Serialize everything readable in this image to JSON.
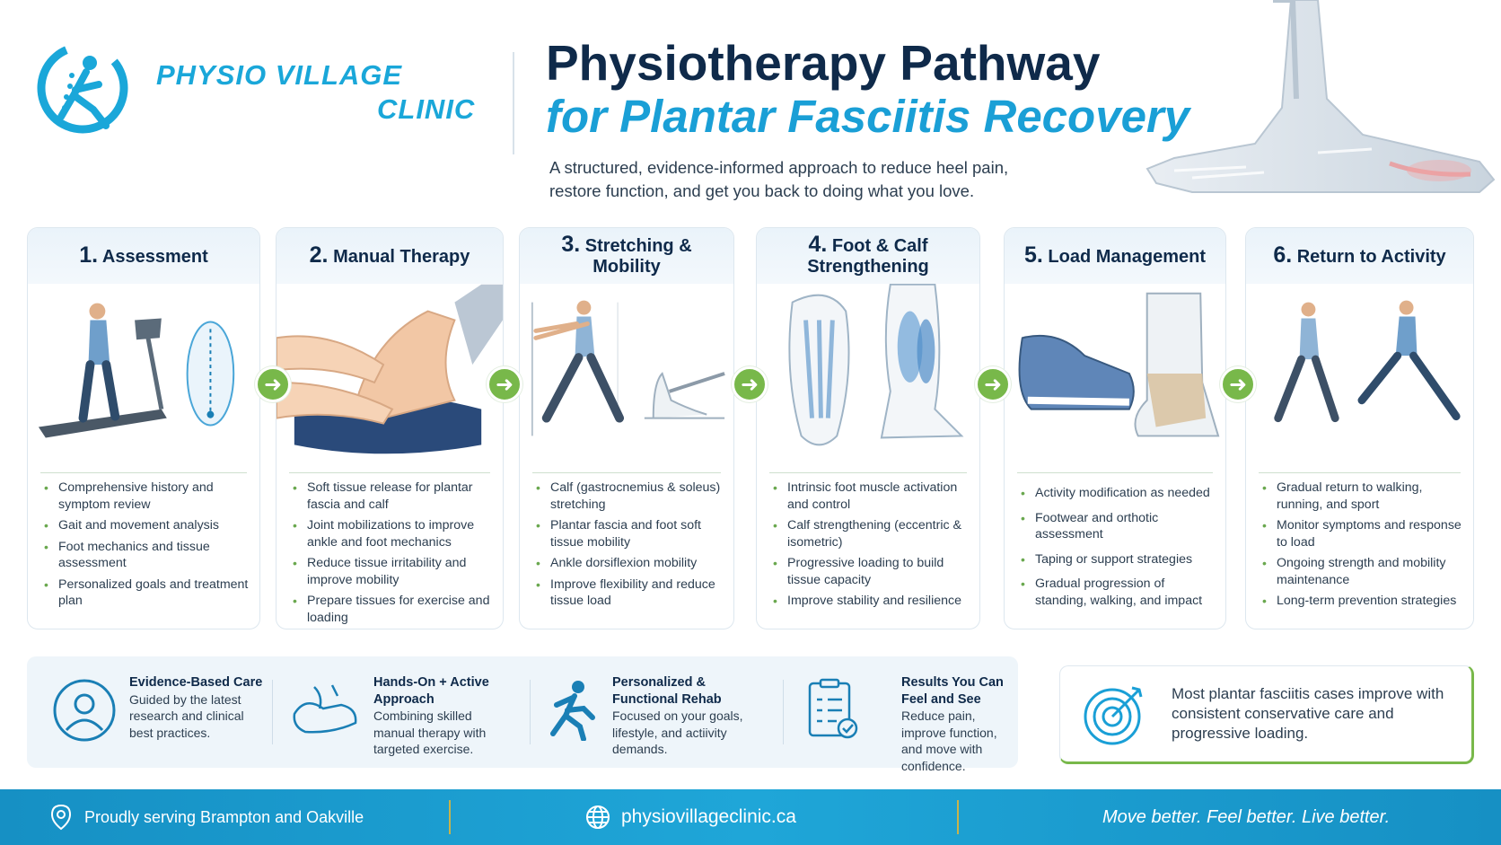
{
  "brand": {
    "line1": "PHYSIO VILLAGE",
    "line2": "CLINIC"
  },
  "header": {
    "title_line1": "Physiotherapy Pathway",
    "title_line2": "for Plantar Fasciitis Recovery",
    "subtitle": "A structured, evidence-informed approach to reduce heel pain, restore function, and get you back to doing what you love."
  },
  "steps": [
    {
      "num": "1.",
      "title": "Assessment",
      "items": [
        "Comprehensive history and symptom review",
        "Gait and movement analysis",
        "Foot mechanics and tissue assessment",
        "Personalized goals and treatment plan"
      ]
    },
    {
      "num": "2.",
      "title": "Manual Therapy",
      "items": [
        "Soft tissue release for plantar fascia and calf",
        "Joint mobilizations to improve ankle and foot mechanics",
        "Reduce tissue irritability and improve mobility",
        "Prepare tissues for exercise and loading"
      ]
    },
    {
      "num": "3.",
      "title": "Stretching & Mobility",
      "items": [
        "Calf (gastrocnemius & soleus) stretching",
        "Plantar fascia and foot soft tissue mobility",
        "Ankle dorsiflexion mobility",
        "Improve flexibility and reduce tissue load"
      ]
    },
    {
      "num": "4.",
      "title": "Foot & Calf Strengthening",
      "items": [
        "Intrinsic foot muscle activation and control",
        "Calf strengthening (eccentric & isometric)",
        "Progressive loading to build tissue capacity",
        "Improve stability and resilience"
      ]
    },
    {
      "num": "5.",
      "title": "Load Management",
      "items": [
        "Activity modification as needed",
        "Footwear and orthotic assessment",
        "Taping or support strategies",
        "Gradual progression of standing, walking, and impact"
      ]
    },
    {
      "num": "6.",
      "title": "Return to Activity",
      "items": [
        "Gradual return to walking, running, and sport",
        "Monitor symptoms and response to load",
        "Ongoing strength and mobility maintenance",
        "Long-term prevention strategies"
      ]
    }
  ],
  "features": [
    {
      "title": "Evidence-Based Care",
      "desc": "Guided by the latest research and clinical best practices.",
      "icon": "clinician-icon"
    },
    {
      "title": "Hands-On + Active Approach",
      "desc": "Combining skilled manual therapy with targeted exercise.",
      "icon": "hands-foot-icon"
    },
    {
      "title": "Personalized & Functional Rehab",
      "desc": "Focused on your goals, lifestyle, and actiivity demands.",
      "icon": "runner-icon"
    },
    {
      "title": "Results You Can Feel and See",
      "desc": "Reduce pain, improve function, and move with confidence.",
      "icon": "checklist-icon"
    }
  ],
  "callout": {
    "text": "Most plantar fasciitis cases improve with consistent conservative care and progressive loading.",
    "icon": "target-icon"
  },
  "footer": {
    "location": "Proudly serving Brampton and Oakville",
    "website": "physiovillageclinic.ca",
    "tagline": "Move better. Feel better. Live better."
  },
  "colors": {
    "navy": "#0f2a4a",
    "accent_blue": "#1a9fd6",
    "green": "#78b84a",
    "footer_blue": "#1fa6d8"
  }
}
